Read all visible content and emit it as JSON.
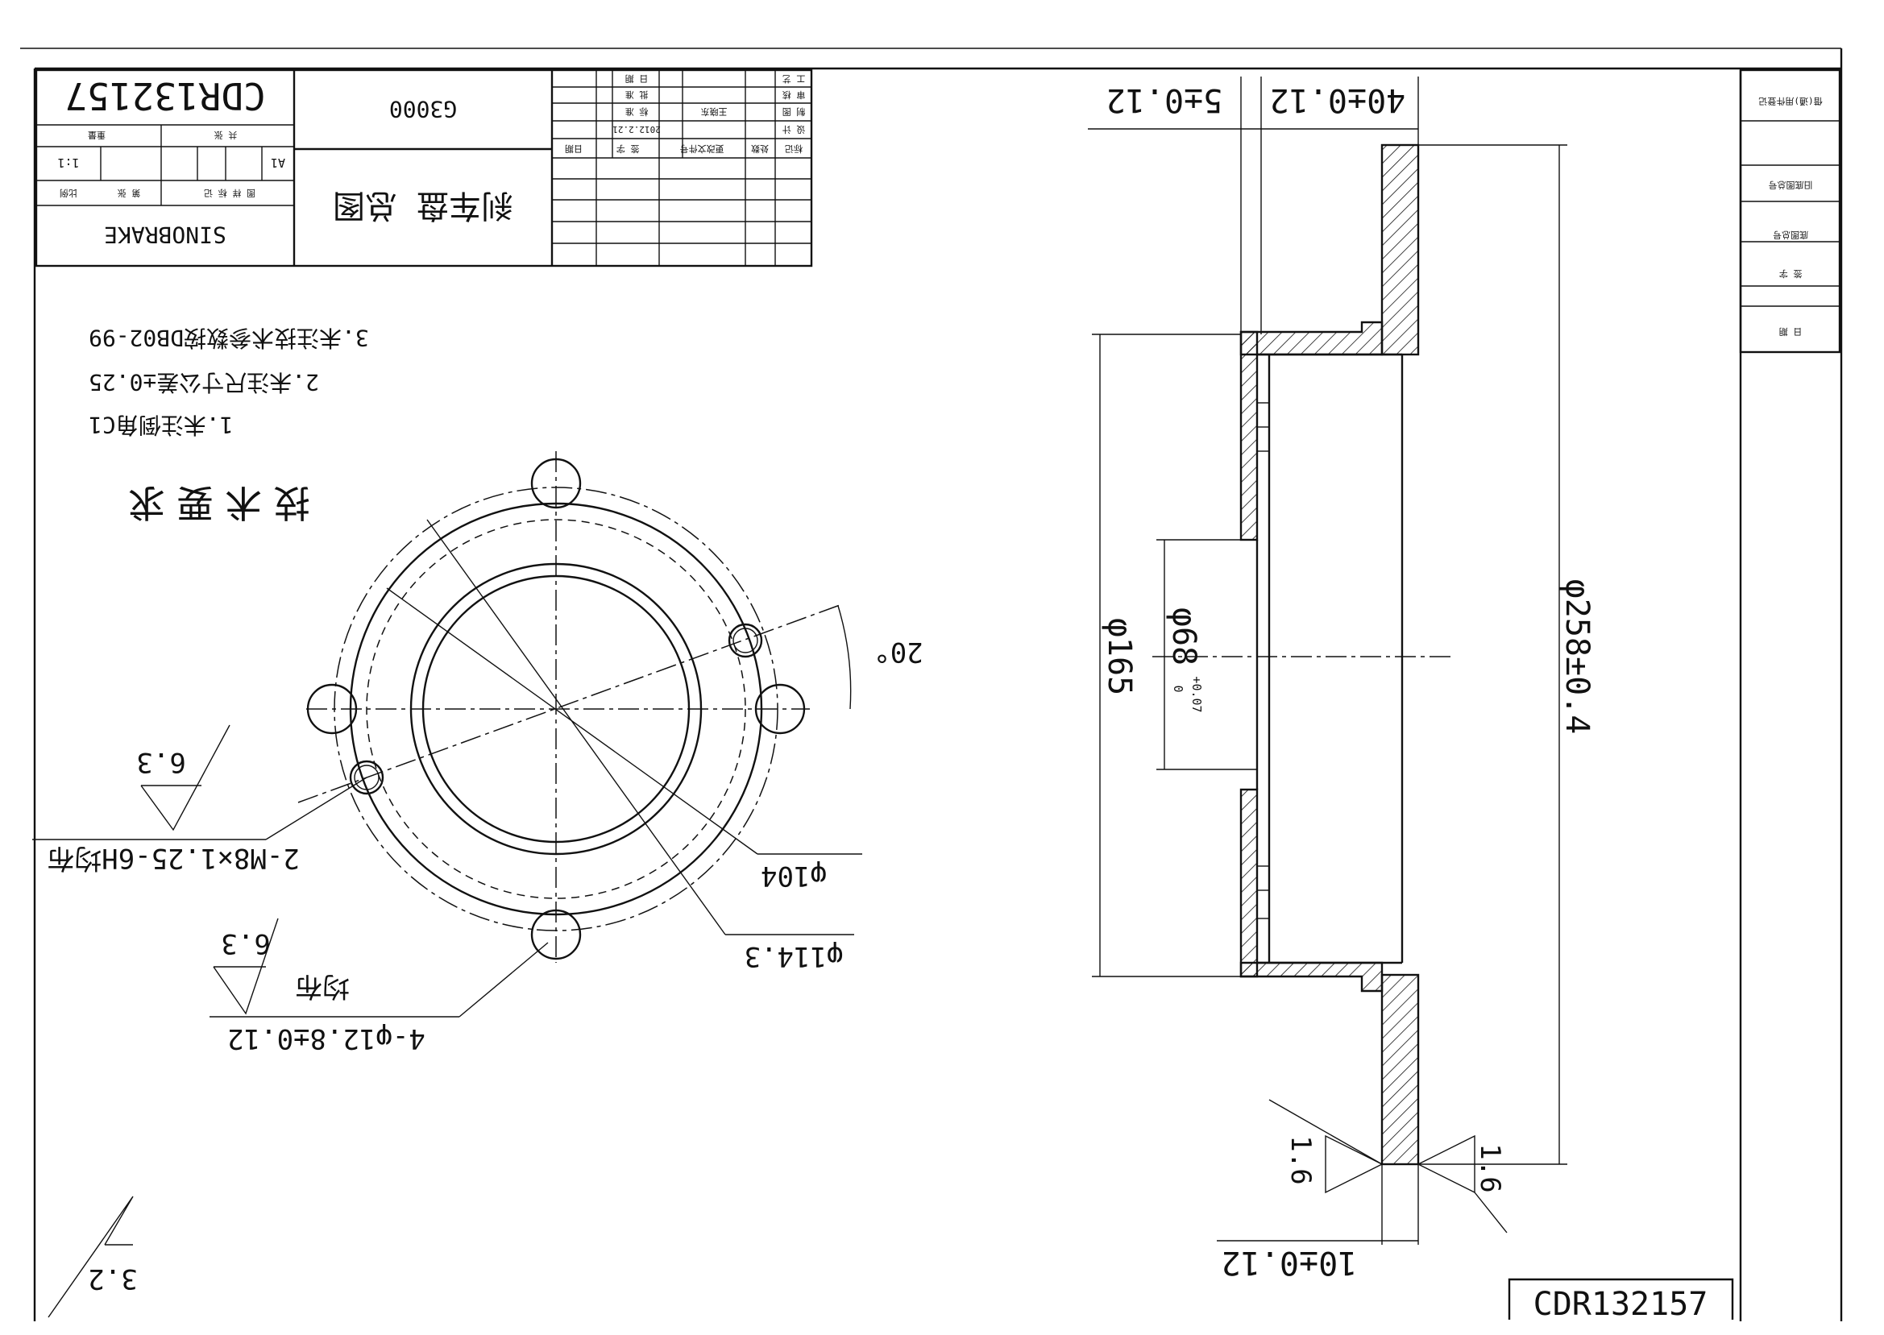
{
  "title_block": {
    "drawing_number": "CDR132157",
    "product_code": "G3000",
    "part_name": "刹车盘 总图",
    "company": "SINOBRAKE",
    "scale": "1:1",
    "sheet": "A1",
    "date": "2012.2.21",
    "designer": "王晓东",
    "labels": {
      "weight": "重量",
      "scale_label": "比例",
      "sheet_count": "共 张",
      "sheet_no": "第 张",
      "stage_marks": "图 样 标 记",
      "design": "设 计",
      "draw": "制 图",
      "check": "审 核",
      "process": "工 艺",
      "standard": "标 准",
      "approve": "批 准",
      "date": "日 期",
      "mark": "标记",
      "count": "处数",
      "change_doc": "更改文件号",
      "signature": "签 字",
      "date2": "日期"
    }
  },
  "notes": {
    "heading": "技术要求",
    "items": [
      "1.未注倒角C1",
      "2.未注尺寸公差±0.25",
      "3.未注技术参数按DB02-99"
    ]
  },
  "front_view": {
    "pcd_dim": "φ114.3",
    "pilot_dim": "φ104",
    "angle": "20°",
    "thread_callout": "2-M8×1.25-6H均布",
    "hole_callout": "4-φ12.8±0.12",
    "hole_callout_note": "均布",
    "roughness_thread": "6.3",
    "roughness_hole": "6.3",
    "roughness_general": "3.2"
  },
  "section_view": {
    "hat_offset": "5±0.12",
    "overall_height": "40±0.12",
    "disc_thickness": "10±0.12",
    "hat_diameter": "φ165",
    "center_bore": "φ68",
    "center_bore_tol_upper": "+0.07",
    "center_bore_tol_lower": "0",
    "outer_diameter": "φ258±0.4",
    "roughness_face_left": "1.6",
    "roughness_face_right": "1.6"
  },
  "side_block": {
    "labels": [
      "借(通)用件登记",
      "旧底图总号",
      "底图总号",
      "签 字",
      "日 期"
    ]
  },
  "footer": {
    "drawing_number": "CDR132157"
  }
}
